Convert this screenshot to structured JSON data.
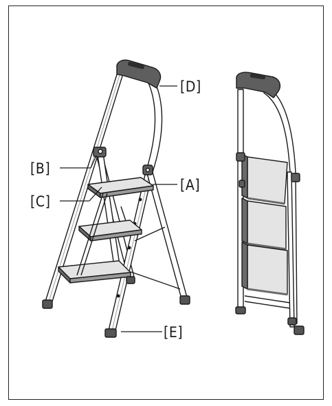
{
  "labels": {
    "A": "[A]",
    "B": "[B]",
    "C": "[C]",
    "D": "[D]",
    "E": "[E]"
  },
  "colors": {
    "line": "#1a1a1a",
    "grip": "#5e5e5e",
    "step": "#e4e4e4",
    "step_side": "#6a6a6a",
    "feet": "#555555"
  }
}
